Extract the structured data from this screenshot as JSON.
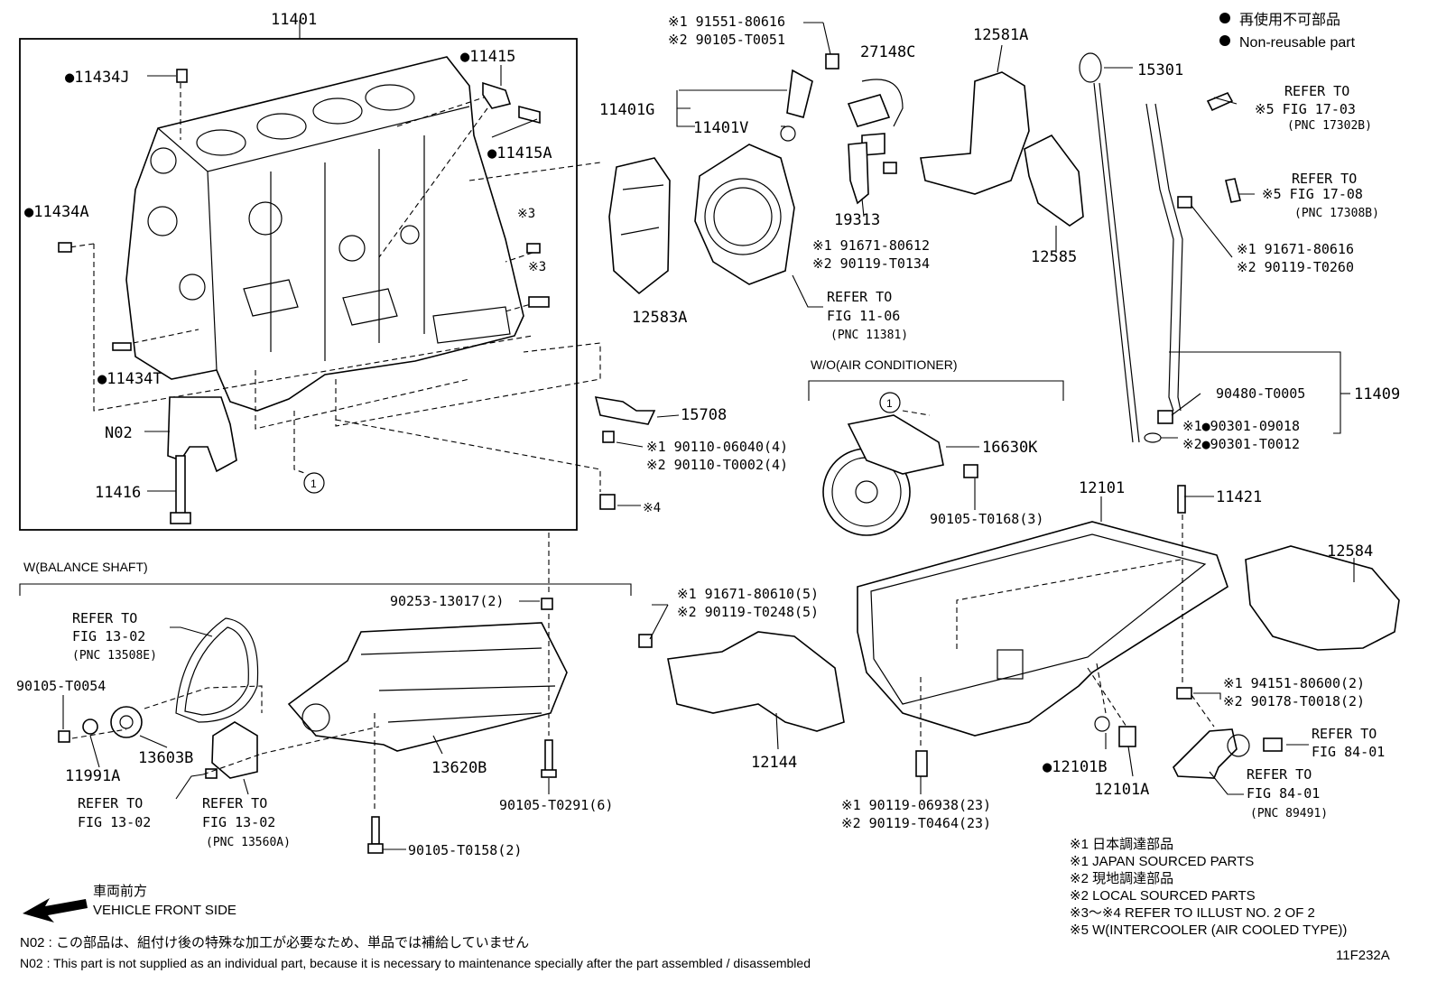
{
  "legend": {
    "ja": "再使用不可部品",
    "en": "Non-reusable part"
  },
  "labels": {
    "p11401": "11401",
    "p11434J": "●11434J",
    "p11415": "●11415",
    "p11415A": "●11415A",
    "p11434A": "●11434A",
    "p11434T": "●11434T",
    "pN02": "N02",
    "p11416": "11416",
    "m3a": "※3",
    "m3b": "※3",
    "p91551": "※1 91551-80616",
    "p90105_T0051": "※2 90105-T0051",
    "p11401G": "11401G",
    "p11401V": "11401V",
    "p27148C": "27148C",
    "p12581A": "12581A",
    "p15301": "15301",
    "p12583A": "12583A",
    "p19313": "19313",
    "p91671_80612": "※1 91671-80612",
    "p90119_T0134": "※2 90119-T0134",
    "ref1106_1": "REFER TO",
    "ref1106_2": "FIG 11-06",
    "ref1106_3": "(PNC 11381)",
    "p12585": "12585",
    "ref1703_1": "REFER TO",
    "ref1703_2": "※5 FIG 17-03",
    "ref1703_3": "(PNC 17302B)",
    "ref1708_1": "REFER TO",
    "ref1708_2": "※5 FIG 17-08",
    "ref1708_3": "(PNC 17308B)",
    "p91671_80616": "※1 91671-80616",
    "p90119_T0260": "※2 90119-T0260",
    "p15708": "15708",
    "p90110_06040": "※1 90110-06040(4)",
    "p90110_T0002": "※2 90110-T0002(4)",
    "m4": "※4",
    "woac": "W/O(AIR CONDITIONER)",
    "circle1": "1",
    "p16630K": "16630K",
    "p90105_T0168": "90105-T0168(3)",
    "p90480": "90480-T0005",
    "p11409": "11409",
    "p90301_09018": "※1●90301-09018",
    "p90301_T0012": "※2●90301-T0012",
    "p12101": "12101",
    "p11421": "11421",
    "p12584": "12584",
    "wbal": "W(BALANCE SHAFT)",
    "ref1302a_1": "REFER TO",
    "ref1302a_2": "FIG 13-02",
    "ref1302a_3": "(PNC 13508E)",
    "p90105_T0054": "90105-T0054",
    "p11991A": "11991A",
    "p13603B": "13603B",
    "ref1302b_1": "REFER TO",
    "ref1302b_2": "FIG 13-02",
    "ref1302c_1": "REFER TO",
    "ref1302c_2": "FIG 13-02",
    "ref1302c_3": "(PNC 13560A)",
    "p90253": "90253-13017(2)",
    "p13620B": "13620B",
    "p90105_T0291": "90105-T0291(6)",
    "p90105_T0158": "90105-T0158(2)",
    "p91671_80610": "※1 91671-80610(5)",
    "p90119_T0248": "※2 90119-T0248(5)",
    "p12144": "12144",
    "p90119_06938": "※1 90119-06938(23)",
    "p90119_T0464": "※2 90119-T0464(23)",
    "p12101B": "●12101B",
    "p12101A": "12101A",
    "p94151": "※1 94151-80600(2)",
    "p90178": "※2 90178-T0018(2)",
    "ref8401a_1": "REFER TO",
    "ref8401a_2": "FIG 84-01",
    "ref8401b_1": "REFER TO",
    "ref8401b_2": "FIG 84-01",
    "ref8401b_3": "(PNC 89491)",
    "front_ja": "車両前方",
    "front_en": "VEHICLE FRONT SIDE"
  },
  "notes": [
    "※1  日本調達部品",
    "※1  JAPAN SOURCED PARTS",
    "※2  現地調達部品",
    "※2  LOCAL SOURCED PARTS",
    "※3〜※4  REFER TO ILLUST NO. 2 OF 2",
    "※5 W(INTERCOOLER (AIR COOLED TYPE))"
  ],
  "footnotes": {
    "ja": "N02 : この部品は、組付け後の特殊な加工が必要なため、単品では補給していません",
    "en": "N02 : This part is not supplied as an individual part, because it is necessary to maintenance specially after the part assembled / disassembled"
  },
  "figure_id": "11F232A"
}
